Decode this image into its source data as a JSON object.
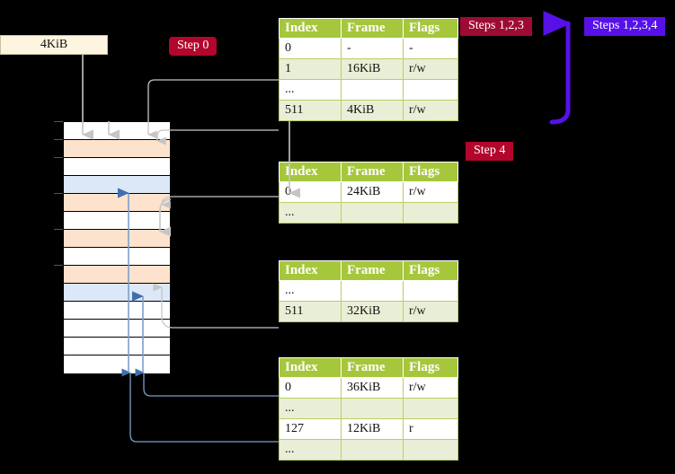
{
  "labels": {
    "kib_box": "4KiB",
    "step0": "Step 0",
    "step4": "Step 4",
    "steps123": "Steps 1,2,3",
    "steps1234": "Steps 1,2,3,4"
  },
  "colors": {
    "badge_red": "#b3062c",
    "badge_crimson": "#9e0b32",
    "badge_violet": "#5711e8",
    "table_header": "#a6c73c",
    "table_alt_row": "#e9eed6",
    "highlight": "#fbf8a8",
    "mem_white": "#ffffff",
    "mem_orange": "#fde3cd",
    "mem_blue": "#dce8f7",
    "kib_box_bg": "#fdf5e0",
    "connector_gray": "#b7b7b7",
    "connector_blue": "#7d9ec9"
  },
  "tables": [
    {
      "name": "pml4-table",
      "headers": [
        "Index",
        "Frame",
        "Flags"
      ],
      "rows": [
        {
          "cells": [
            "0",
            "-",
            "-"
          ],
          "alt": false,
          "highlight": false
        },
        {
          "cells": [
            "1",
            "16KiB",
            "r/w"
          ],
          "alt": true,
          "highlight": false
        },
        {
          "cells": [
            "...",
            "",
            ""
          ],
          "alt": false,
          "highlight": false
        },
        {
          "cells": [
            "511",
            "4KiB",
            "r/w"
          ],
          "alt": true,
          "highlight": true
        }
      ]
    },
    {
      "name": "pdp-table",
      "headers": [
        "Index",
        "Frame",
        "Flags"
      ],
      "rows": [
        {
          "cells": [
            "0",
            "24KiB",
            "r/w"
          ],
          "alt": false,
          "highlight": false
        },
        {
          "cells": [
            "...",
            "",
            ""
          ],
          "alt": true,
          "highlight": false
        }
      ]
    },
    {
      "name": "pd-table",
      "headers": [
        "Index",
        "Frame",
        "Flags"
      ],
      "rows": [
        {
          "cells": [
            "...",
            "",
            ""
          ],
          "alt": false,
          "highlight": false
        },
        {
          "cells": [
            "511",
            "32KiB",
            "r/w"
          ],
          "alt": true,
          "highlight": false
        }
      ]
    },
    {
      "name": "pt-table",
      "headers": [
        "Index",
        "Frame",
        "Flags"
      ],
      "rows": [
        {
          "cells": [
            "0",
            "36KiB",
            "r/w"
          ],
          "alt": false,
          "highlight": false
        },
        {
          "cells": [
            "...",
            "",
            ""
          ],
          "alt": true,
          "highlight": false
        },
        {
          "cells": [
            "127",
            "12KiB",
            "r"
          ],
          "alt": false,
          "highlight": false
        },
        {
          "cells": [
            "...",
            "",
            ""
          ],
          "alt": true,
          "highlight": false
        }
      ]
    }
  ],
  "memory_column": {
    "rows": [
      {
        "fill": "white",
        "tick": true
      },
      {
        "fill": "orange",
        "tick": true
      },
      {
        "fill": "white",
        "tick": true
      },
      {
        "fill": "blue",
        "tick": false
      },
      {
        "fill": "orange",
        "tick": true
      },
      {
        "fill": "white",
        "tick": false
      },
      {
        "fill": "orange",
        "tick": true
      },
      {
        "fill": "white",
        "tick": false
      },
      {
        "fill": "orange",
        "tick": true
      },
      {
        "fill": "blue",
        "tick": false
      },
      {
        "fill": "white",
        "tick": false
      },
      {
        "fill": "white",
        "tick": false
      },
      {
        "fill": "white",
        "tick": false
      },
      {
        "fill": "white",
        "tick": false
      }
    ]
  }
}
